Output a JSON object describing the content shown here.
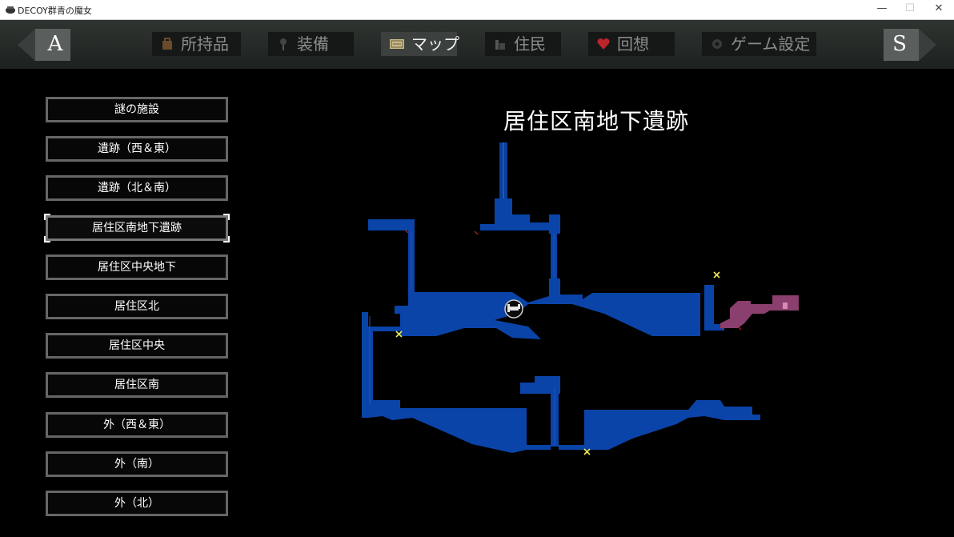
{
  "window": {
    "title": "DECOY群青の魔女",
    "minimize": "—",
    "maximize": "☐",
    "close": "✕"
  },
  "menu": {
    "left_key": "A",
    "right_key": "S",
    "tabs": [
      {
        "label": "所持品",
        "icon": "bag-icon"
      },
      {
        "label": "装備",
        "icon": "staff-icon"
      },
      {
        "label": "マップ",
        "icon": "map-icon",
        "active": true
      },
      {
        "label": "住民",
        "icon": "residents-icon"
      },
      {
        "label": "回想",
        "icon": "heart-icon"
      },
      {
        "label": "ゲーム設定",
        "icon": "gear-icon"
      }
    ]
  },
  "areas": [
    "謎の施設",
    "遺跡（西＆東）",
    "遺跡（北＆南）",
    "居住区南地下遺跡",
    "居住区中央地下",
    "居住区北",
    "居住区中央",
    "居住区南",
    "外（西＆東）",
    "外（南）",
    "外（北）"
  ],
  "selected_area": "居住区南地下遺跡",
  "map": {
    "title": "居住区南地下遺跡",
    "explored_color": "#0a44a8",
    "other_area_color": "#8a3f6e",
    "marker_color": "#e8e85a"
  }
}
